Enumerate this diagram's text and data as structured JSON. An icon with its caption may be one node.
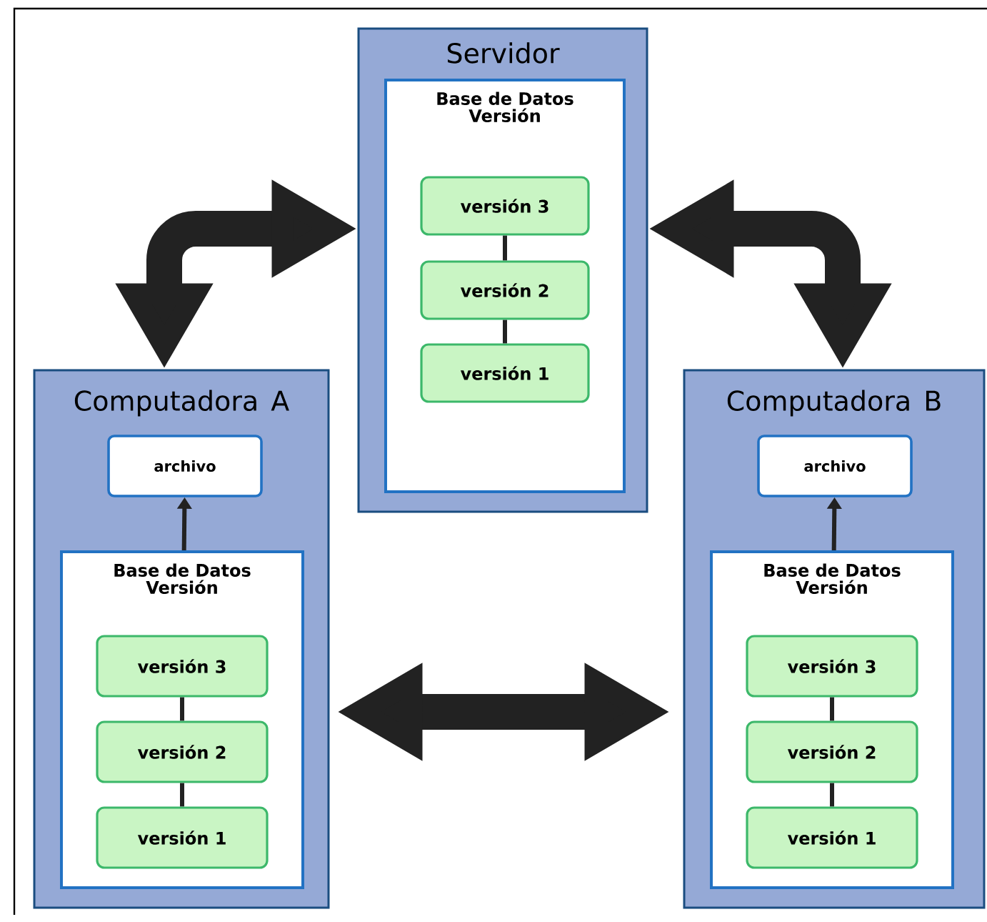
{
  "diagram": {
    "nodes": [
      {
        "text": [
          "Servidor"
        ]
      },
      {
        "text": [
          "Base de Datos Versión"
        ],
        "in": 0
      },
      {
        "text": [
          "versión 3"
        ],
        "in": 1
      },
      {
        "text": [
          "versión 2"
        ],
        "in": 1
      },
      {
        "text": [
          "versión 1"
        ],
        "in": 1
      },
      {
        "text": [
          "Computadora A"
        ]
      },
      {
        "text": [
          "archivo"
        ],
        "in": 5
      },
      {
        "text": [
          "Base de Datos Versión"
        ],
        "in": 5
      },
      {
        "text": [
          "versión 3"
        ],
        "in": 7
      },
      {
        "text": [
          "versión 2"
        ],
        "in": 7
      },
      {
        "text": [
          "versión 1"
        ],
        "in": 7
      },
      {
        "text": [
          "Computadora B"
        ]
      },
      {
        "text": [
          "archivo"
        ],
        "in": 11
      },
      {
        "text": [
          "Base de Datos Versión"
        ],
        "in": 11
      },
      {
        "text": [
          "versión 3"
        ],
        "in": 13
      },
      {
        "text": [
          "versión 2"
        ],
        "in": 13
      },
      {
        "text": [
          "versión 1"
        ],
        "in": 13
      }
    ],
    "edges": [
      {
        "from": 0,
        "to": 5,
        "arrow": "both",
        "style": "thick"
      },
      {
        "from": 0,
        "to": 11,
        "arrow": "both",
        "style": "thick"
      },
      {
        "from": 5,
        "to": 11,
        "arrow": "both",
        "style": "thick"
      },
      {
        "from": 2,
        "to": 3,
        "arrow": "none"
      },
      {
        "from": 3,
        "to": 4,
        "arrow": "none"
      },
      {
        "from": 7,
        "to": 6,
        "arrow": "to"
      },
      {
        "from": 8,
        "to": 9,
        "arrow": "none"
      },
      {
        "from": 9,
        "to": 10,
        "arrow": "none"
      },
      {
        "from": 13,
        "to": 12,
        "arrow": "to"
      },
      {
        "from": 14,
        "to": 15,
        "arrow": "none"
      },
      {
        "from": 15,
        "to": 16,
        "arrow": "none"
      }
    ]
  }
}
